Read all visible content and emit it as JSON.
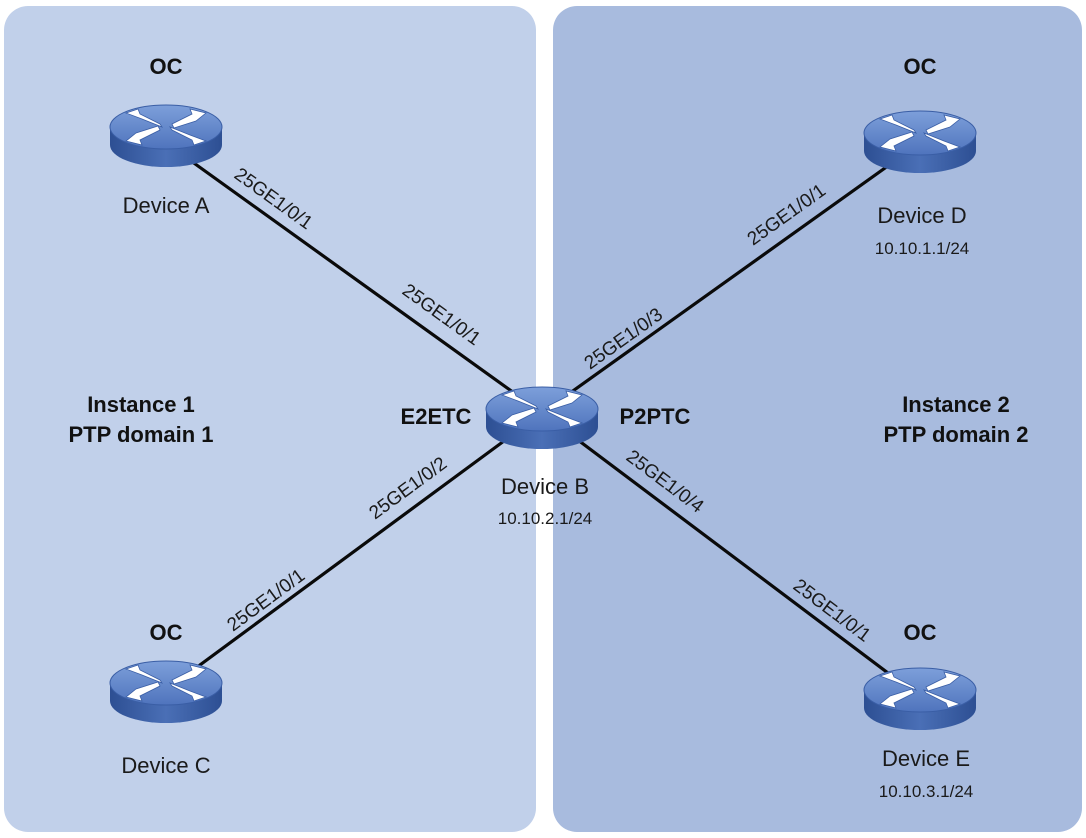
{
  "regions": {
    "left": {
      "line1": "Instance 1",
      "line2": "PTP domain 1"
    },
    "right": {
      "line1": "Instance 2",
      "line2": "PTP domain 2"
    }
  },
  "devices": {
    "a": {
      "name": "Device A",
      "role": "OC"
    },
    "b": {
      "name": "Device B",
      "ip": "10.10.2.1/24",
      "role_left": "E2ETC",
      "role_right": "P2PTC"
    },
    "c": {
      "name": "Device C",
      "role": "OC"
    },
    "d": {
      "name": "Device D",
      "ip": "10.10.1.1/24",
      "role": "OC"
    },
    "e": {
      "name": "Device E",
      "ip": "10.10.3.1/24",
      "role": "OC"
    }
  },
  "links": {
    "ab": {
      "a_port": "25GE1/0/1",
      "b_port": "25GE1/0/1"
    },
    "cb": {
      "c_port": "25GE1/0/1",
      "b_port": "25GE1/0/2"
    },
    "db": {
      "d_port": "25GE1/0/1",
      "b_port": "25GE1/0/3"
    },
    "eb": {
      "e_port": "25GE1/0/1",
      "b_port": "25GE1/0/4"
    }
  },
  "colors": {
    "region_left": "#c1d0ea",
    "region_right": "#a8bbde",
    "device_body": "#5e82c4",
    "link": "#0a0a0a"
  },
  "icons": {
    "device": "router-icon"
  }
}
